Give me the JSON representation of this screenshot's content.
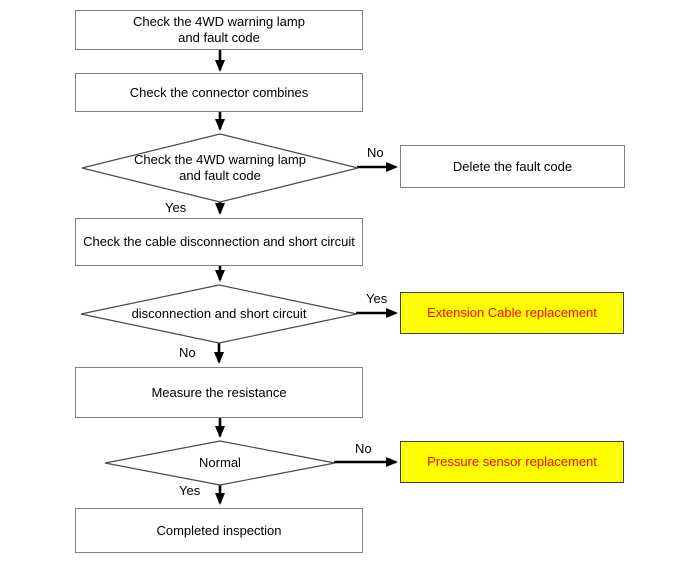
{
  "colors": {
    "background": "#ffffff",
    "box_fill": "#ffffff",
    "box_border": "#7f7f7f",
    "diamond_border": "#4a4a4a",
    "arrow": "#000000",
    "text": "#000000",
    "highlight_fill": "#ffff00",
    "highlight_text": "#ff0000",
    "highlight_border": "#3f3f3f"
  },
  "flowchart": {
    "nodes": {
      "check_lamp": {
        "line1": "Check the 4WD warning lamp",
        "line2": "and fault code"
      },
      "check_connector": {
        "text": "Check the connector combines"
      },
      "lamp_decision": {
        "line1": "Check the 4WD warning lamp",
        "line2": "and fault code"
      },
      "delete_fault_code": {
        "text": "Delete the fault code"
      },
      "check_cable": {
        "text": "Check the cable disconnection and short circuit"
      },
      "disconnection_decision": {
        "text": "disconnection and short circuit"
      },
      "extension_cable": {
        "text": "Extension Cable replacement"
      },
      "measure_resistance": {
        "text": "Measure the resistance"
      },
      "normal_decision": {
        "text": "Normal"
      },
      "pressure_sensor": {
        "text": "Pressure sensor replacement"
      },
      "completed_inspection": {
        "text": "Completed inspection"
      }
    },
    "edge_labels": {
      "lamp_no": "No",
      "lamp_yes": "Yes",
      "disconnection_yes": "Yes",
      "disconnection_no": "No",
      "normal_no": "No",
      "normal_yes": "Yes"
    }
  }
}
